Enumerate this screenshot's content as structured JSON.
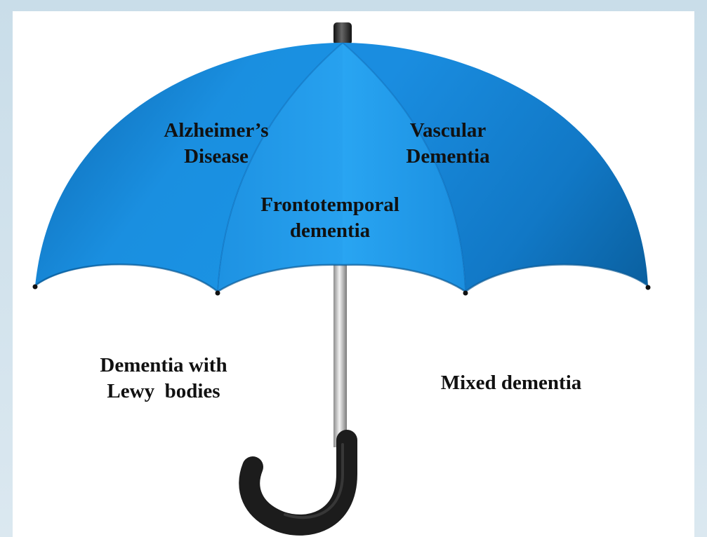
{
  "diagram": {
    "labels": {
      "alzheimers": [
        "Alzheimer’s",
        "Disease"
      ],
      "vascular": [
        "Vascular",
        "Dementia"
      ],
      "frontotemporal": [
        "Frontotemporal",
        "dementia"
      ],
      "lewy": [
        "Dementia with",
        "Lewy  bodies"
      ],
      "mixed": [
        "Mixed dementia"
      ]
    },
    "colors": {
      "canopy": "#1a8fe0",
      "canopy_dark": "#0a5f9e",
      "canopy_center": "#2aa3f0",
      "shaft": "#c8c8c8",
      "handle": "#1e1e1e"
    },
    "icons": {
      "umbrella": "umbrella-icon"
    }
  }
}
